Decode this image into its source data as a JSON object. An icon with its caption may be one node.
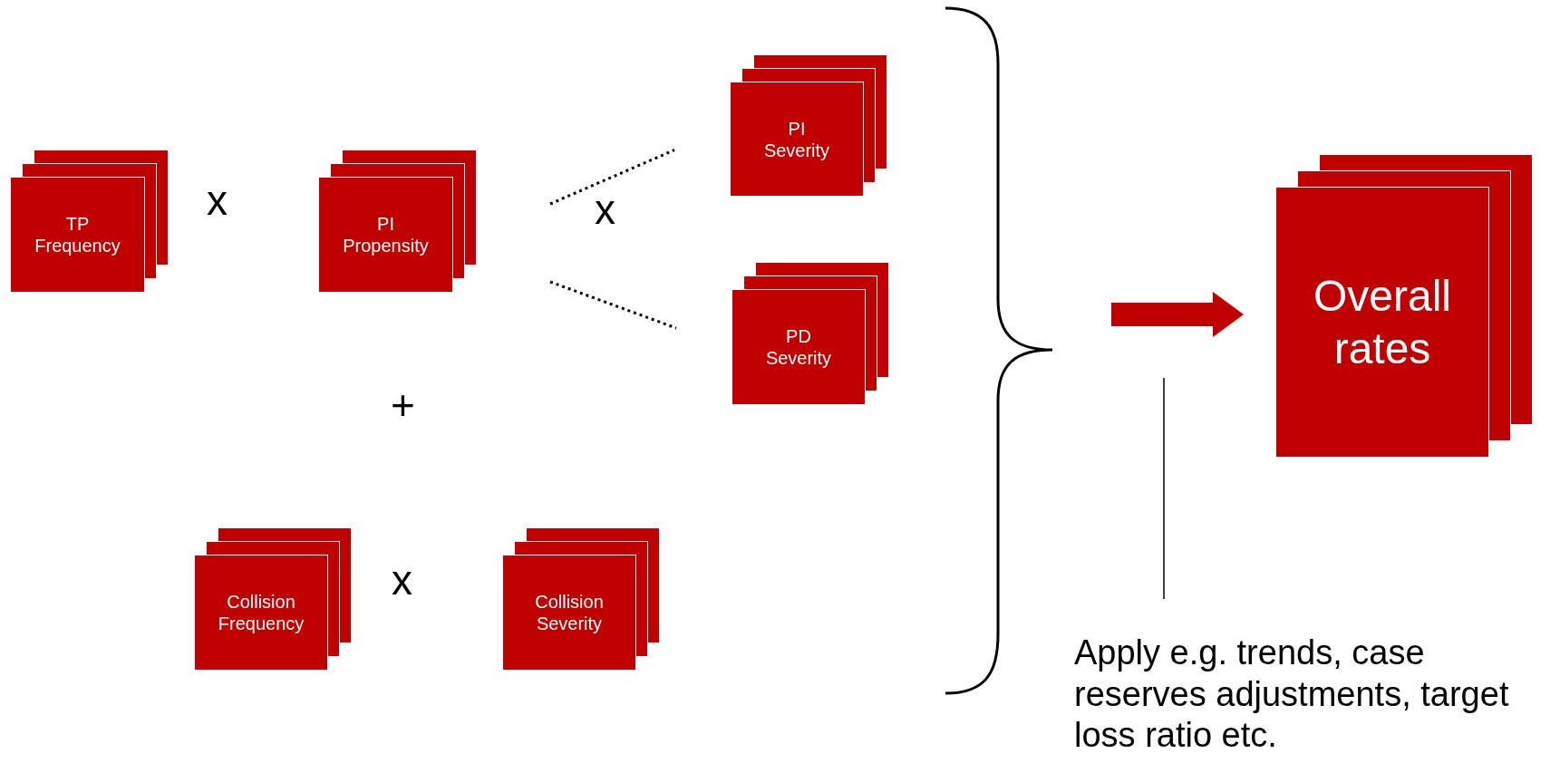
{
  "diagram": {
    "nodes": [
      {
        "text": [
          "TP Frequency"
        ]
      },
      {
        "text": [
          "PI Propensity"
        ]
      },
      {
        "text": [
          "PI Severity"
        ]
      },
      {
        "text": [
          "PD Severity"
        ]
      },
      {
        "text": [
          "Collision Frequency"
        ]
      },
      {
        "text": [
          "Collision Severity"
        ]
      },
      {
        "text": [
          "Overall rates"
        ]
      },
      {
        "text": [
          "Apply e.g. trends, case reserves adjustments, target loss ratio etc."
        ]
      }
    ],
    "edges": [
      {
        "from": 1,
        "to": 2,
        "arrow": "none",
        "style": "dashed"
      },
      {
        "from": 1,
        "to": 3,
        "arrow": "none",
        "style": "dashed"
      },
      {
        "from": null,
        "to": 6,
        "arrow": "to",
        "style": "thick",
        "color": "#c00000"
      },
      {
        "from": 7,
        "to": null,
        "arrow": "none"
      }
    ],
    "labels": [
      "x",
      "x",
      "+",
      "x"
    ]
  }
}
